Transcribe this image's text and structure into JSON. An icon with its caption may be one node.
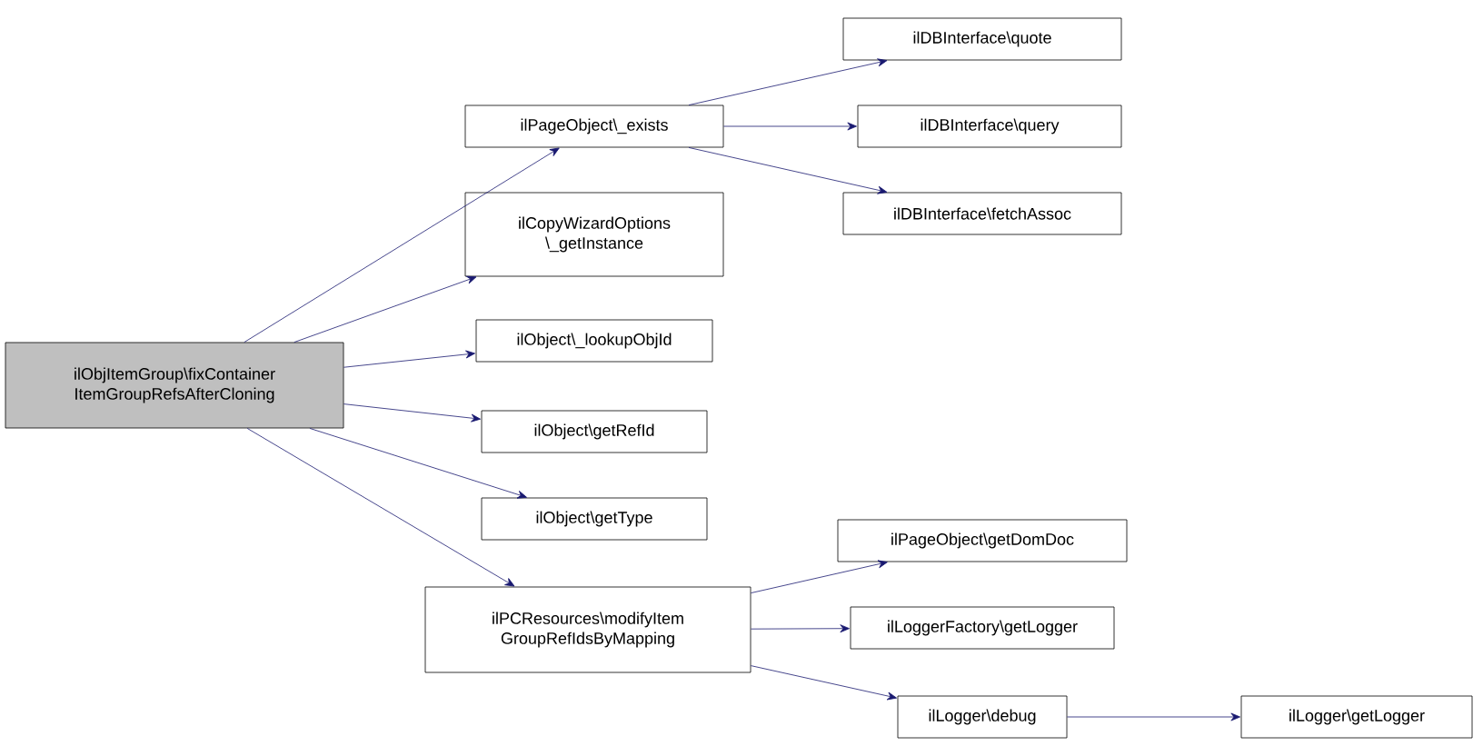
{
  "diagram": {
    "nodes": [
      {
        "text": [
          "ilObjItemGroup\\fixContainer ItemGroupRefsAfterCloning"
        ]
      },
      {
        "text": [
          "ilPageObject\\_exists"
        ]
      },
      {
        "text": [
          "ilCopyWizardOptions \\_getInstance"
        ]
      },
      {
        "text": [
          "ilObject\\_lookupObjId"
        ]
      },
      {
        "text": [
          "ilObject\\getRefId"
        ]
      },
      {
        "text": [
          "ilObject\\getType"
        ]
      },
      {
        "text": [
          "ilPCResources\\modifyItem GroupRefIdsByMapping"
        ]
      },
      {
        "text": [
          "ilDBInterface\\quote"
        ]
      },
      {
        "text": [
          "ilDBInterface\\query"
        ]
      },
      {
        "text": [
          "ilDBInterface\\fetchAssoc"
        ]
      },
      {
        "text": [
          "ilPageObject\\getDomDoc"
        ]
      },
      {
        "text": [
          "ilLoggerFactory\\getLogger"
        ]
      },
      {
        "text": [
          "ilLogger\\debug"
        ]
      },
      {
        "text": [
          "ilLogger\\getLogger"
        ]
      }
    ],
    "edges": [
      {
        "from": 0,
        "to": 1,
        "arrow": "to"
      },
      {
        "from": 0,
        "to": 2,
        "arrow": "to"
      },
      {
        "from": 0,
        "to": 3,
        "arrow": "to"
      },
      {
        "from": 0,
        "to": 4,
        "arrow": "to"
      },
      {
        "from": 0,
        "to": 5,
        "arrow": "to"
      },
      {
        "from": 0,
        "to": 6,
        "arrow": "to"
      },
      {
        "from": 1,
        "to": 7,
        "arrow": "to"
      },
      {
        "from": 1,
        "to": 8,
        "arrow": "to"
      },
      {
        "from": 1,
        "to": 9,
        "arrow": "to"
      },
      {
        "from": 6,
        "to": 10,
        "arrow": "to"
      },
      {
        "from": 6,
        "to": 11,
        "arrow": "to"
      },
      {
        "from": 6,
        "to": 12,
        "arrow": "to"
      },
      {
        "from": 12,
        "to": 13,
        "arrow": "to"
      }
    ]
  }
}
